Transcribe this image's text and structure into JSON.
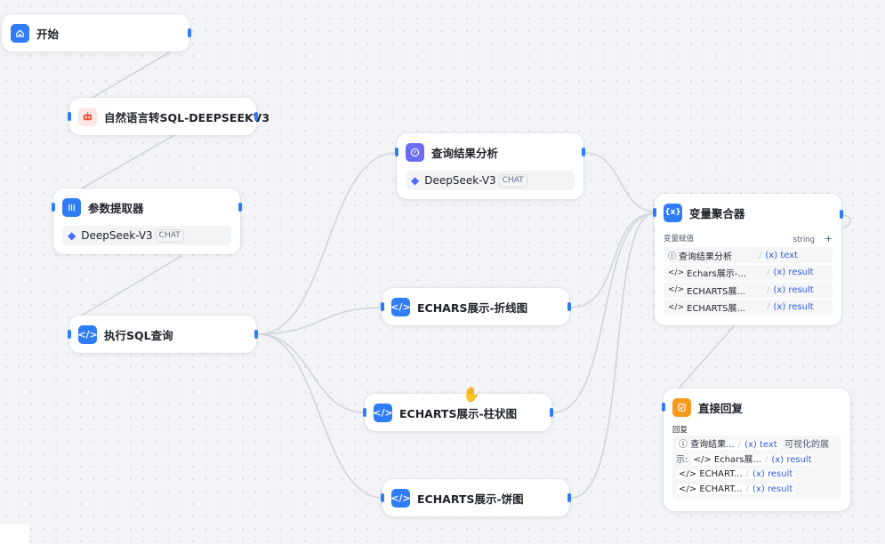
{
  "nodes": {
    "start": {
      "title": "开始"
    },
    "nl2sql": {
      "title": "自然语言转SQL-DEEPSEEKV3"
    },
    "param": {
      "title": "参数提取器",
      "model": "DeepSeek-V3",
      "badge": "CHAT"
    },
    "exec_sql": {
      "title": "执行SQL查询"
    },
    "analysis": {
      "title": "查询结果分析",
      "model": "DeepSeek-V3",
      "badge": "CHAT"
    },
    "line": {
      "title": "ECHARS展示-折线图"
    },
    "bar": {
      "title": "ECHARTS展示-柱状图"
    },
    "pie": {
      "title": "ECHARTS展示-饼图"
    },
    "aggregator": {
      "title": "变量聚合器",
      "subtitle": "变量赋值",
      "type": "string",
      "add": "+",
      "rows": [
        {
          "src": "查询结果分析",
          "var": "text"
        },
        {
          "src": "Echars展示-...",
          "var": "result"
        },
        {
          "src": "ECHARTS展...",
          "var": "result"
        },
        {
          "src": "ECHARTS展...",
          "var": "result"
        }
      ]
    },
    "reply": {
      "title": "直接回复",
      "label": "回复",
      "chip1_src": "查询结果...",
      "chip1_var": "text",
      "text1": "可视化的展",
      "text2": "示:",
      "chip2_src": "Echars展...",
      "chip2_var": "result",
      "chip3_src": "ECHART...",
      "chip3_var": "result",
      "chip4_src": "ECHART...",
      "chip4_var": "result"
    }
  },
  "var_prefix": "(x)",
  "colors": {
    "accent": "#2f7cf6",
    "edge": "#d0d4dc",
    "purple": "#6b6ef0",
    "orange": "#f59a1b"
  }
}
